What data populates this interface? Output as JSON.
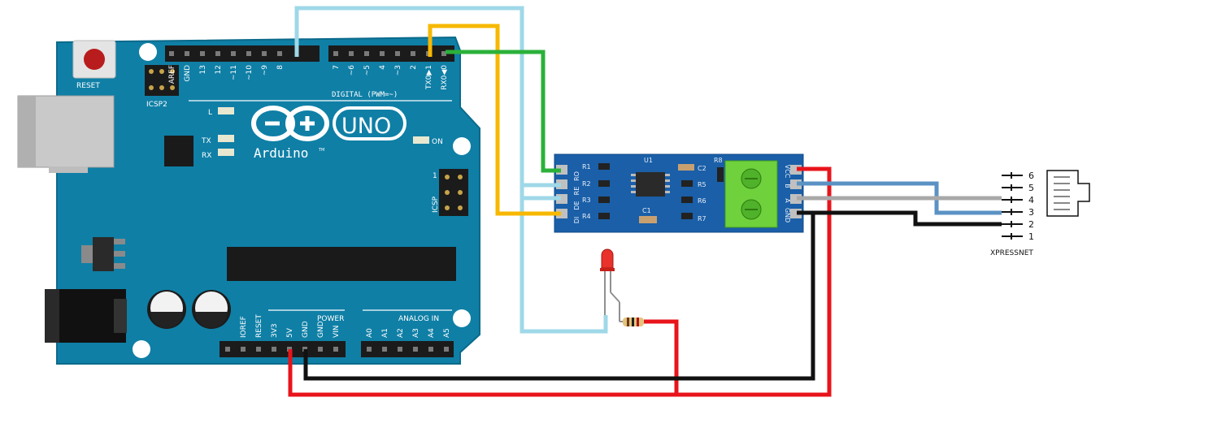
{
  "arduino": {
    "board_name": "UNO",
    "brand": "Arduino",
    "trademark": "TM",
    "reset_label": "RESET",
    "icsp2_label": "ICSP2",
    "icsp_label": "ICSP",
    "icsp_pin_mark": "1",
    "led_l": "L",
    "led_tx": "TX",
    "led_rx": "RX",
    "led_on": "ON",
    "digital_header_label": "DIGITAL (PWM=~)",
    "power_label": "POWER",
    "analog_label": "ANALOG IN",
    "digital_pins": [
      "AREF",
      "GND",
      "13",
      "12",
      "~11",
      "~10",
      "~9",
      "8",
      "7",
      "~6",
      "~5",
      "4",
      "~3",
      "2",
      "TX0▶1",
      "RX0◀0"
    ],
    "power_pins": [
      "IOREF",
      "RESET",
      "3V3",
      "5V",
      "GND",
      "GND",
      "VIN"
    ],
    "analog_pins": [
      "A0",
      "A1",
      "A2",
      "A3",
      "A4",
      "A5"
    ]
  },
  "rs485": {
    "left_pins": [
      "RO",
      "RE",
      "DE",
      "DI"
    ],
    "right_pins": [
      "VCC",
      "B",
      "A",
      "GND"
    ],
    "components": [
      "R1",
      "R2",
      "R3",
      "R4",
      "U1",
      "C1",
      "C2",
      "R5",
      "R6",
      "R7",
      "R8"
    ]
  },
  "connector": {
    "pin_numbers": [
      "6",
      "5",
      "4",
      "3",
      "2",
      "1"
    ],
    "brand": "XPRESSNET"
  },
  "wire_colors": {
    "red": "#e8141b",
    "black": "#111111",
    "green": "#2bb13a",
    "yellow": "#f7b800",
    "light_blue": "#9fd8e8",
    "steel_blue": "#5b92c4",
    "gray": "#a8a8a8",
    "board_teal": "#0f7fa6",
    "module_blue": "#1a5fa8"
  }
}
